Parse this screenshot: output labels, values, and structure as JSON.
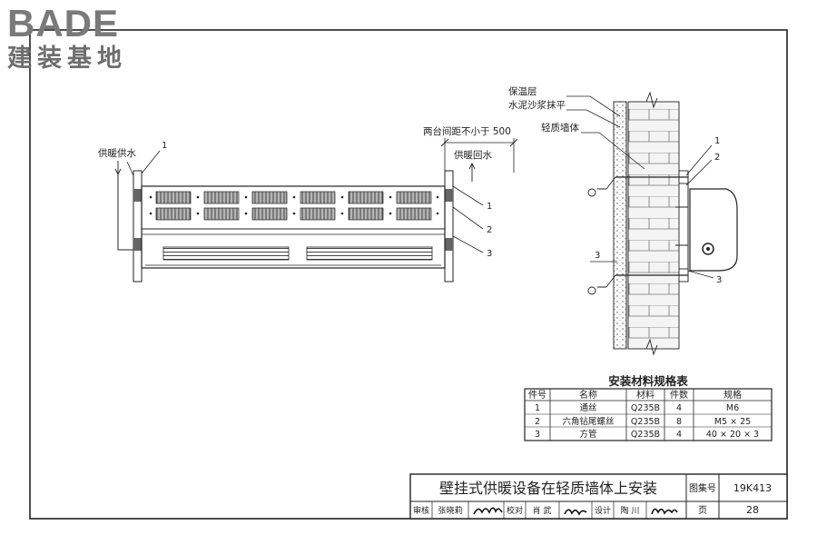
{
  "logo": {
    "brand": "BADE",
    "sub": "建装基地"
  },
  "front_view": {
    "supply_label": "供暖供水",
    "return_label": "供暖回水",
    "spacing_note": "两台间距不小于 500",
    "callouts": [
      "1",
      "1",
      "2",
      "3"
    ]
  },
  "section_view": {
    "labels": [
      "保温层",
      "水泥沙浆抹平",
      "轻质墙体"
    ],
    "callouts": [
      "1",
      "2",
      "3",
      "3"
    ]
  },
  "materials_table": {
    "title": "安装材料规格表",
    "headers": [
      "件号",
      "名称",
      "材料",
      "件数",
      "规格"
    ],
    "rows": [
      [
        "1",
        "通丝",
        "Q235B",
        "4",
        "M6"
      ],
      [
        "2",
        "六角钻尾螺丝",
        "Q235B",
        "8",
        "M5 × 25"
      ],
      [
        "3",
        "方管",
        "Q235B",
        "4",
        "40 × 20 × 3"
      ]
    ]
  },
  "title_block": {
    "title": "壁挂式供暖设备在轻质墙体上安装",
    "atlas_label": "图集号",
    "atlas_no": "19K413",
    "page_label": "页",
    "page_no": "28",
    "roles": [
      {
        "role": "审核",
        "name": "张晓莉"
      },
      {
        "role": "校对",
        "name": "肖 武"
      },
      {
        "role": "设计",
        "name": "陶 川"
      }
    ]
  }
}
